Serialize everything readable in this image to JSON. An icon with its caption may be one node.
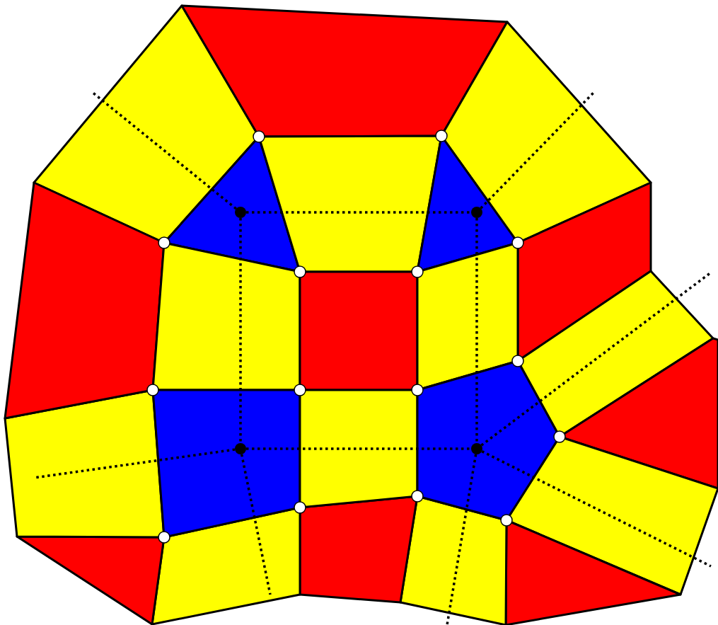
{
  "diagram": {
    "nodes": [
      {
        "text": [],
        "shape": "circle"
      },
      {
        "text": [],
        "shape": "circle"
      },
      {
        "text": [],
        "shape": "circle"
      },
      {
        "text": [],
        "shape": "circle"
      }
    ],
    "edges": [
      {
        "from": 0,
        "to": 1,
        "arrow": "none"
      },
      {
        "from": 0,
        "to": 2,
        "arrow": "none"
      },
      {
        "from": 1,
        "to": 3,
        "arrow": "none"
      },
      {
        "from": 2,
        "to": 3,
        "arrow": "none"
      },
      {
        "from": 0,
        "to": null,
        "arrow": "none"
      },
      {
        "from": 1,
        "to": null,
        "arrow": "none"
      },
      {
        "from": 2,
        "to": null,
        "arrow": "none"
      },
      {
        "from": 2,
        "to": null,
        "arrow": "none"
      },
      {
        "from": 3,
        "to": null,
        "arrow": "none"
      },
      {
        "from": 3,
        "to": null,
        "arrow": "none"
      },
      {
        "from": 3,
        "to": null,
        "arrow": "none"
      }
    ]
  }
}
